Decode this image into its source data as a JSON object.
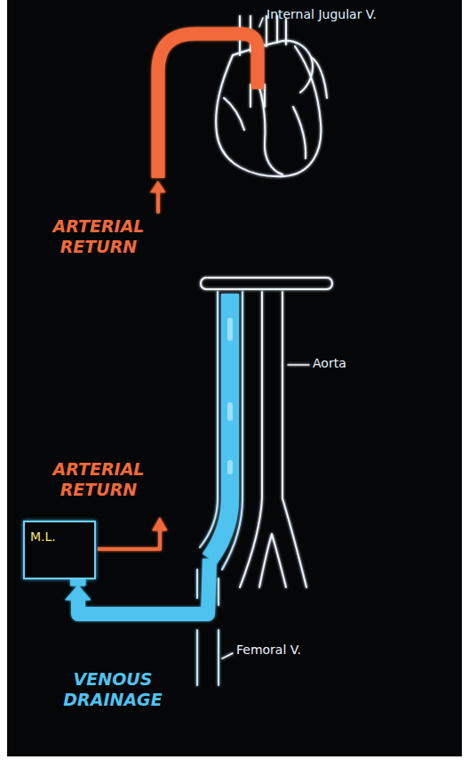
{
  "diagram": {
    "nodes": [
      {
        "text": [
          "M.L."
        ]
      }
    ],
    "labels": [
      "Internal Jugular V.",
      "ARTERIAL RETURN",
      "Aorta",
      "ARTERIAL RETURN",
      "Femoral V.",
      "VENOUS DRAINAGE"
    ]
  }
}
